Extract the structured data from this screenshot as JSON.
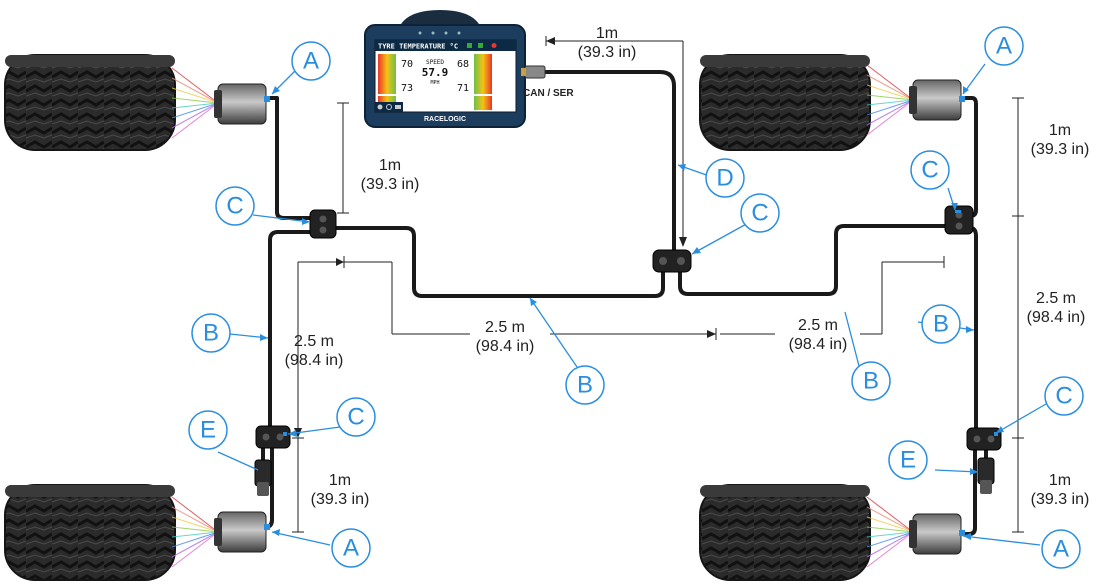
{
  "display": {
    "header": "TYRE TEMPERATURE °C",
    "front_left": "70",
    "front_right": "68",
    "rear_left": "73",
    "rear_right": "71",
    "center_label": "SPEED",
    "center_value": "57.9",
    "center_unit": "MPH",
    "brand": "RACELOGIC",
    "port_label": "CAN / SER"
  },
  "measurements": {
    "m1": "1m",
    "in1": "(39.3 in)",
    "m25": "2.5 m",
    "in25": "(98.4 in)"
  },
  "callouts": {
    "A": "A",
    "B": "B",
    "C": "C",
    "D": "D",
    "E": "E"
  },
  "colors": {
    "callout": "#2a8ee0",
    "cable": "#1a1a1a",
    "screen_bezel": "#1c3d5e",
    "heat_high": "#e8342a",
    "heat_mid": "#f5c314",
    "heat_low": "#6cc04a"
  }
}
